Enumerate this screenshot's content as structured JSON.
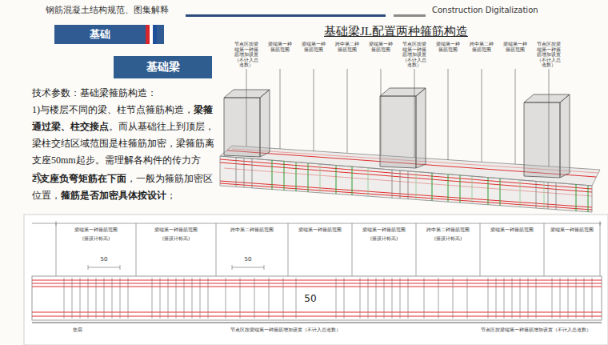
{
  "diagram": {
    "title": "基础梁JL配置两种箍筋构造",
    "nodes": [
      {
        "text": [
          "基础"
        ]
      },
      {
        "text": [
          "基础梁"
        ]
      }
    ],
    "labels": [
      "钢筋混凝土结构规范、图集解释",
      "Construction Digitalization",
      "技术参数：基础梁箍筋构造：",
      "1)与楼层不同的梁、柱节点箍筋构造，",
      "梁箍通过梁、柱交接点",
      "。而从基础往上到顶层，梁柱交结区域范围是柱箍筋加密，梁箍筋离支座50mm起步。需理解各构件的传力方式。",
      "2)",
      "支座负弯矩筋在下面",
      "，一般为箍筋加密区位置，",
      "箍筋是否加密具体按设计",
      "；",
      "节点区按梁端第一种箍筋增加设置（不计入总道数）",
      "梁端第一种箍筋范围",
      "梁端第一种箍筋范围",
      "跨中第二种箍筋范围",
      "梁端第一种箍筋范围",
      "节点区按梁端第一种箍筋增加设置（不计入总道数）",
      "梁端第一种箍筋范围",
      "跨中第二种箍筋范围",
      "梁端第一种箍筋范围",
      "节点区按梁端第一种箍筋增加设置（不计入总道数）",
      "梁端第一种箍筋范围",
      "梁端第一种箍筋范围",
      "跨中第二种箍筋范围",
      "梁端第一种箍筋范围",
      "梁端第一种箍筋范围",
      "跨中第二种箍筋范围",
      "梁端第一种箍筋范围",
      "梁端第一种箍筋范围",
      "(箍设计标高)",
      "(箍设计标高)",
      "(箍设计标高)",
      "(箍设计标高)",
      "50",
      "50",
      "50",
      "垫层",
      "节点区按梁端第一种箍筋增加设置（不计入总道数）",
      "节点区按梁端第一种箍筋增加设置（不计入总道数）"
    ]
  }
}
